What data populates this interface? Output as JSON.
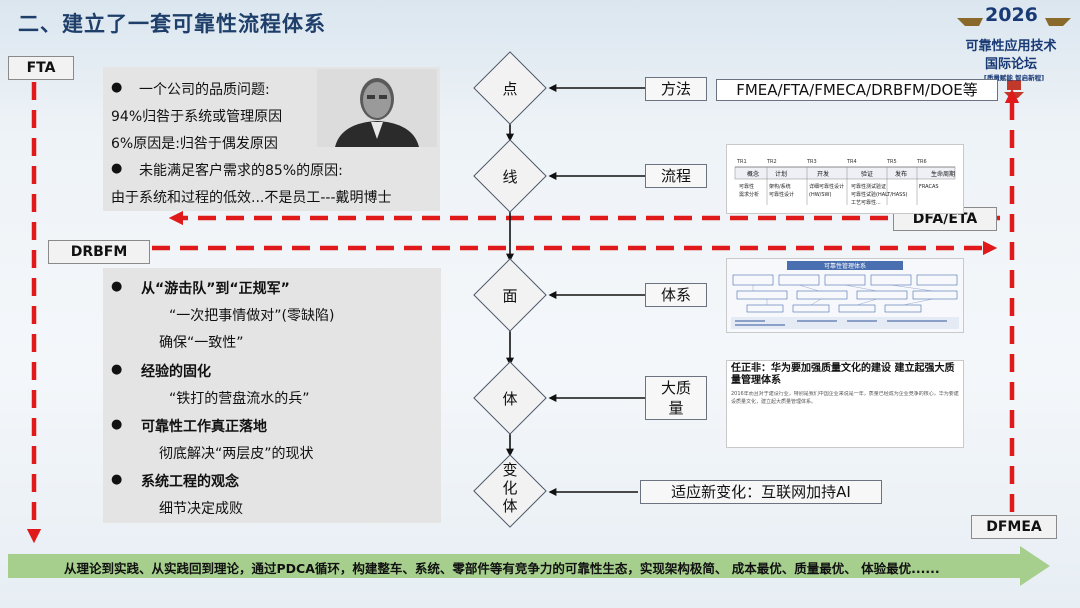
{
  "title": "二、建立了一套可靠性流程体系",
  "logo": {
    "year": "2026",
    "line1": "可靠性应用技术",
    "line2": "国际论坛",
    "sub": "[质量赋能 智启新程]"
  },
  "tags": {
    "fta": "FTA",
    "drbfm": "DRBFM",
    "dfa_eta": "DFA/ETA",
    "dfmea": "DFMEA"
  },
  "quote_panel": {
    "lines": [
      {
        "text": "一个公司的品质问题:",
        "bullet": true
      },
      {
        "text": "94%归咎于系统或管理原因",
        "bullet": false
      },
      {
        "text": "6%原因是:归咎于偶发原因",
        "bullet": false
      },
      {
        "text": "未能满足客户需求的85%的原因:",
        "bullet": true
      },
      {
        "text": "由于系统和过程的低效...不是员工---戴明博士",
        "bullet": false
      }
    ]
  },
  "principles_panel": {
    "lines": [
      {
        "text": "从“游击队”到“正规军”",
        "bullet": true,
        "bold": true
      },
      {
        "text": "“一次把事情做对”(零缺陷)",
        "bullet": false,
        "bold": false
      },
      {
        "text": "确保“一致性”",
        "bullet": false,
        "bold": false
      },
      {
        "text": "经验的固化",
        "bullet": true,
        "bold": true
      },
      {
        "text": "“铁打的营盘流水的兵”",
        "bullet": false,
        "bold": false
      },
      {
        "text": "可靠性工作真正落地",
        "bullet": true,
        "bold": true
      },
      {
        "text": "彻底解决“两层皮”的现状",
        "bullet": false,
        "bold": false
      },
      {
        "text": "系统工程的观念",
        "bullet": true,
        "bold": true
      },
      {
        "text": "细节决定成败",
        "bullet": false,
        "bold": false
      }
    ]
  },
  "flow": {
    "d1": "点",
    "d2": "线",
    "d3": "面",
    "d4": "体",
    "d5": "变化体",
    "c1": "方法",
    "c2": "流程",
    "c3": "体系",
    "c4": "大质量",
    "c5": "适应新变化：互联网加持AI",
    "methods": "FMEA/FTA/FMECA/DRBFM/DOE等"
  },
  "process_thumb": {
    "headers": [
      "TR1",
      "TR2",
      "TR3",
      "TR4",
      "TR5",
      "TR6"
    ],
    "phases": [
      "概念",
      "计划",
      "开发",
      "验证",
      "发布",
      "生命周期"
    ],
    "rows": [
      [
        "可靠性",
        "架构/系统",
        "详细可靠性设计",
        "可靠性测试验证",
        "FRACAS"
      ],
      [
        "需求分析",
        "可靠性设计",
        "(HW/SW)",
        "可靠性试验(HALT/HASS)",
        ""
      ],
      [
        "",
        "",
        "",
        "工艺可靠性...",
        ""
      ]
    ]
  },
  "system_thumb": {
    "title": "可靠性管理体系"
  },
  "article_thumb": {
    "headline": "任正非：华为要加强质量文化的建设 建立起强大质量管理体系",
    "body": "2016年而且对于建设行业，特别是我们中国企业来说是一年，质量已经成为企业竞争的核心，华为要建设质量文化，建立起大质量管理体系。"
  },
  "footer": "从理论到实践、从实践回到理论，通过PDCA循环，构建整车、系统、零部件等有竞争力的可靠性生态，实现架构极简、 成本最优、质量最优、 体验最优......",
  "colors": {
    "dash_red": "#e01a1a",
    "title_blue": "#1f3f6b",
    "footer_green": "#a6cf8e"
  },
  "icons": {
    "portrait": "person-portrait-icon"
  }
}
